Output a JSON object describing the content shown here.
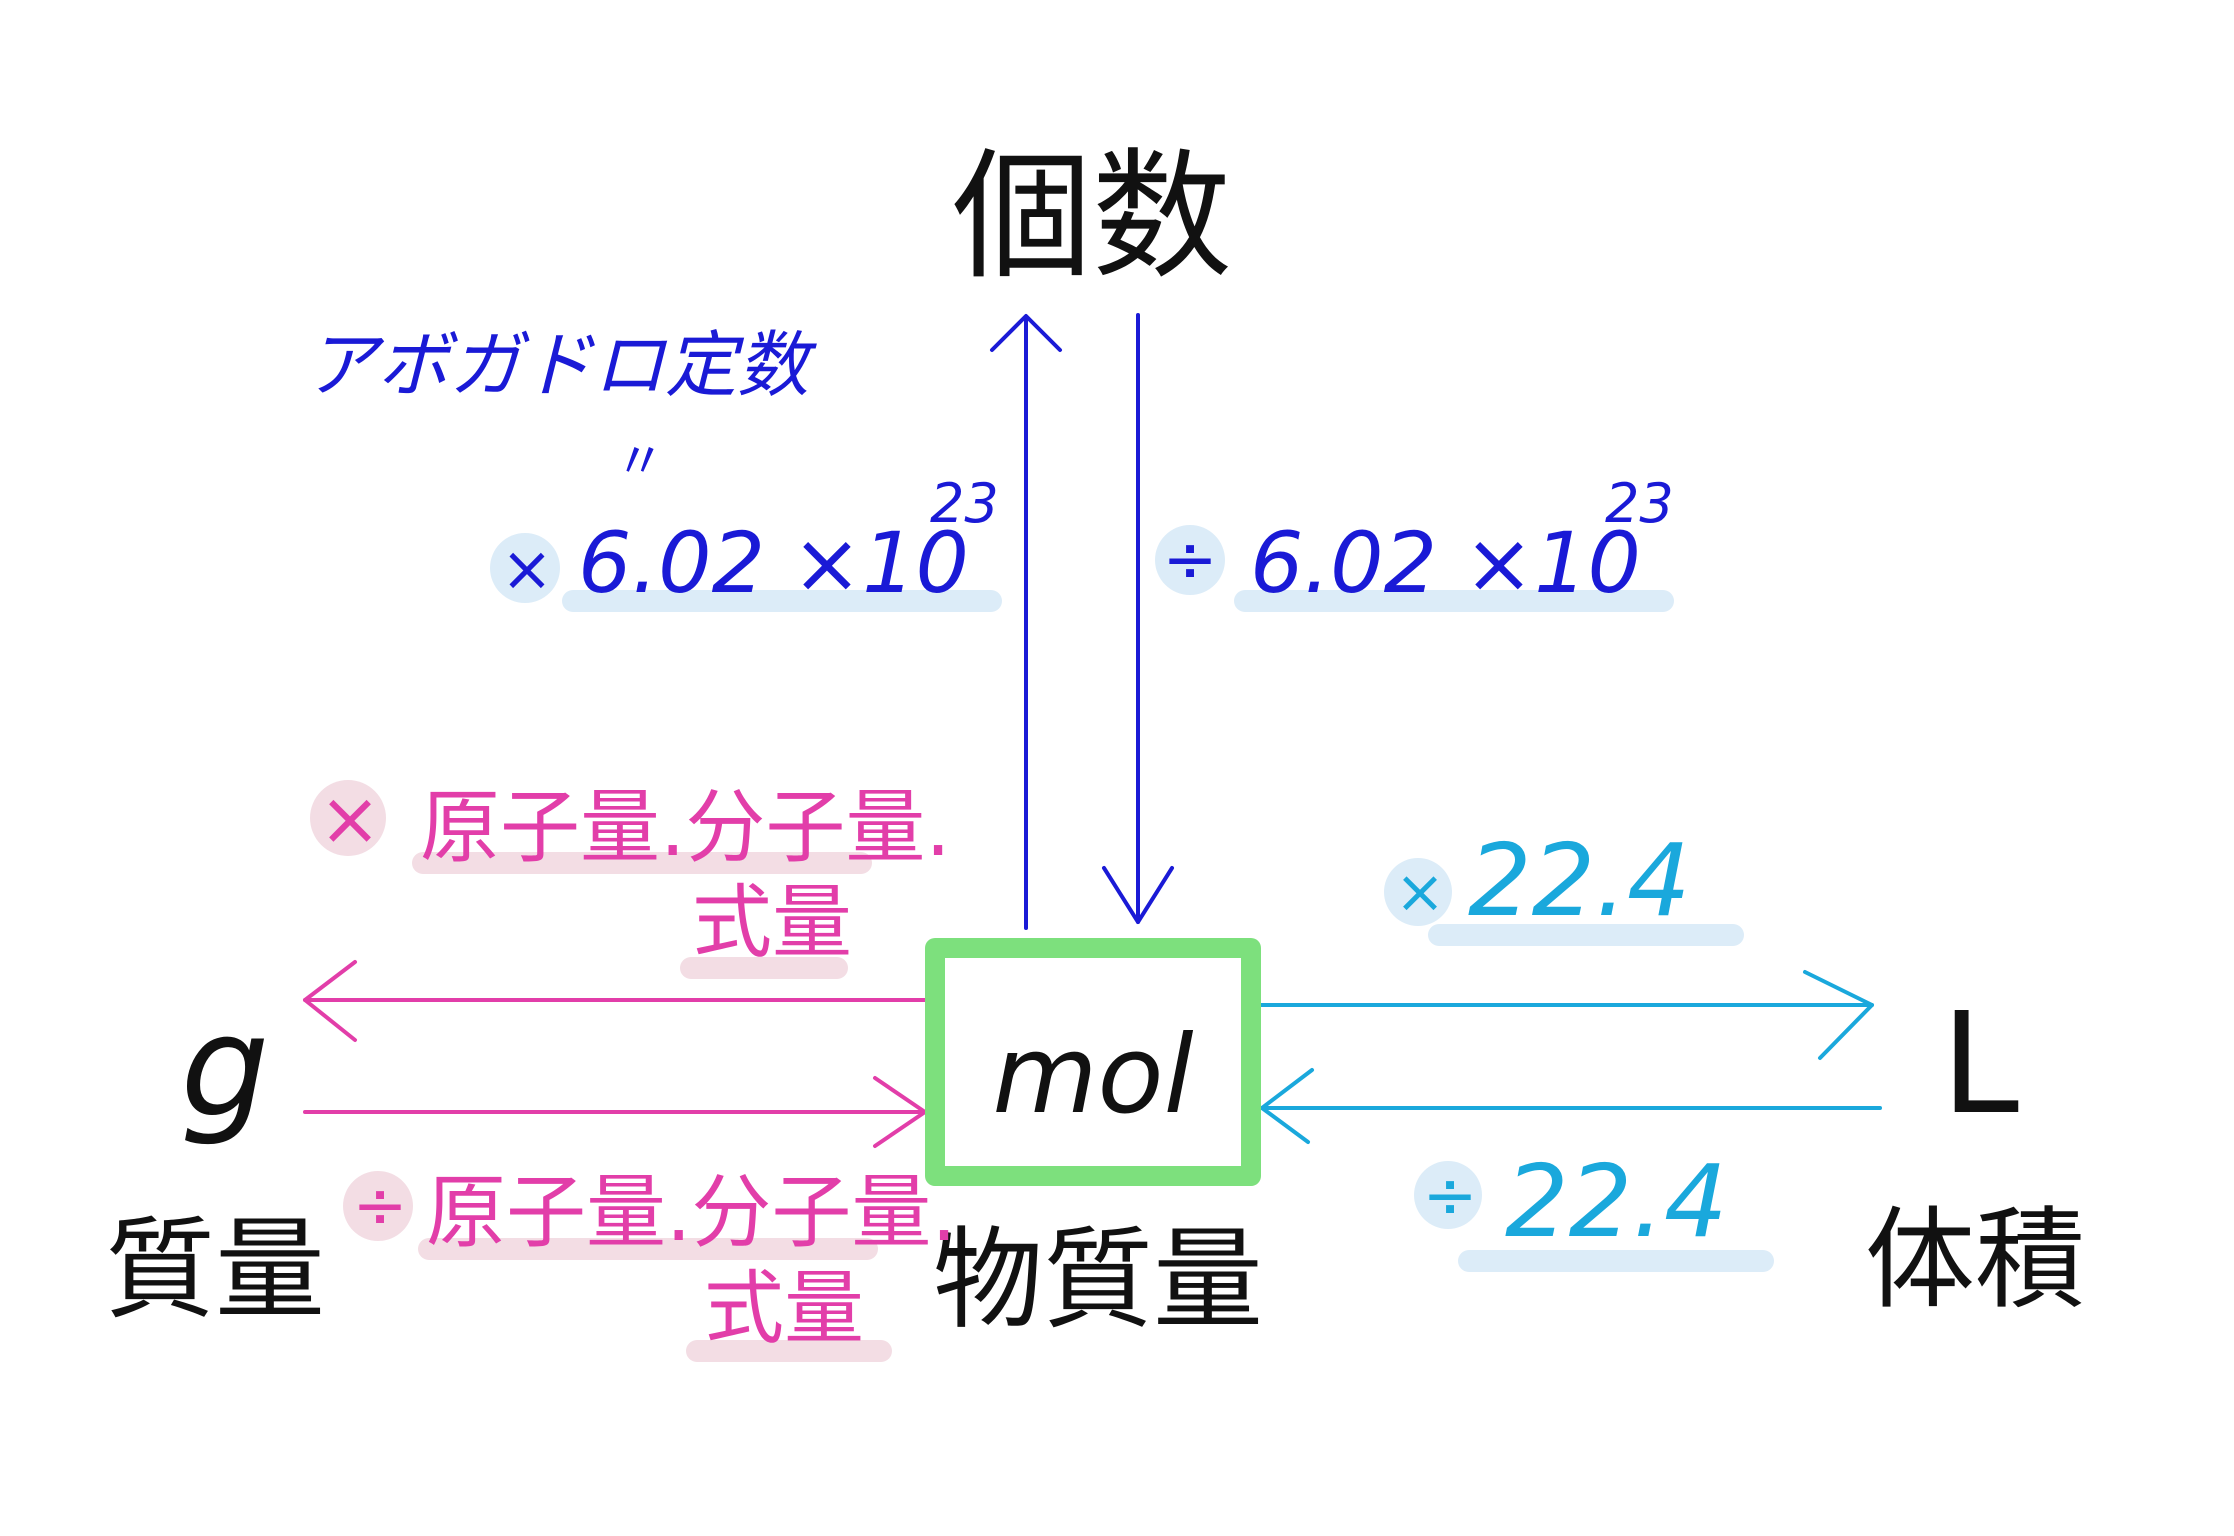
{
  "colors": {
    "blue": "#1a1ad6",
    "pink": "#e23ea9",
    "cyan": "#1aa8dc",
    "green_box": "#7de07d",
    "ink": "#111111",
    "blue_highlight": "#dcecf8",
    "pink_highlight": "#f3dde4"
  },
  "nodes": {
    "count": "個数",
    "mass_unit": "g",
    "mass": "質量",
    "center_unit": "mol",
    "center": "物質量",
    "volume_unit": "L",
    "volume": "体積"
  },
  "avogadro": {
    "label": "アボガドロ定数",
    "equals_mark": "〃"
  },
  "conversions": {
    "to_count": {
      "op": "×",
      "value": "6.02 ×10",
      "exp": "23"
    },
    "from_count": {
      "op": "÷",
      "value": "6.02 ×10",
      "exp": "23"
    },
    "to_mass": {
      "op": "×",
      "line1": "原子量.分子量.",
      "line2": "式量"
    },
    "from_mass": {
      "op": "÷",
      "line1": "原子量.分子量.",
      "line2": "式量"
    },
    "to_volume": {
      "op": "×",
      "value": "22.4"
    },
    "from_volume": {
      "op": "÷",
      "value": "22.4"
    }
  }
}
